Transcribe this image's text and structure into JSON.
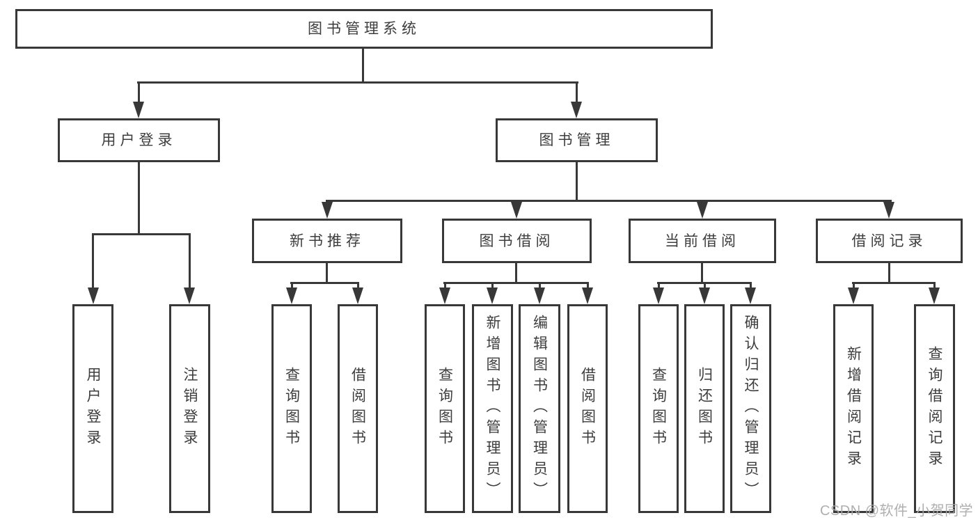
{
  "tree": {
    "root": "图书管理系统",
    "level1": [
      {
        "label": "用户登录",
        "leaves": [
          "用户登录",
          "注销登录"
        ]
      },
      {
        "label": "图书管理",
        "groups": [
          {
            "label": "新书推荐",
            "leaves": [
              "查询图书",
              "借阅图书"
            ]
          },
          {
            "label": "图书借阅",
            "leaves": [
              "查询图书",
              "新增图书（管理员）",
              "编辑图书（管理员）",
              "借阅图书"
            ]
          },
          {
            "label": "当前借阅",
            "leaves": [
              "查询图书",
              "归还图书",
              "确认归还（管理员）"
            ]
          },
          {
            "label": "借阅记录",
            "leaves": [
              "新增借阅记录",
              "查询借阅记录"
            ]
          }
        ]
      }
    ]
  },
  "watermark": "CSDN @软件_小贺同学",
  "colors": {
    "line": "#383838",
    "border": "#383838",
    "text": "#3d3d3d",
    "watermark": "#a8a8a8",
    "background": "#ffffff"
  }
}
